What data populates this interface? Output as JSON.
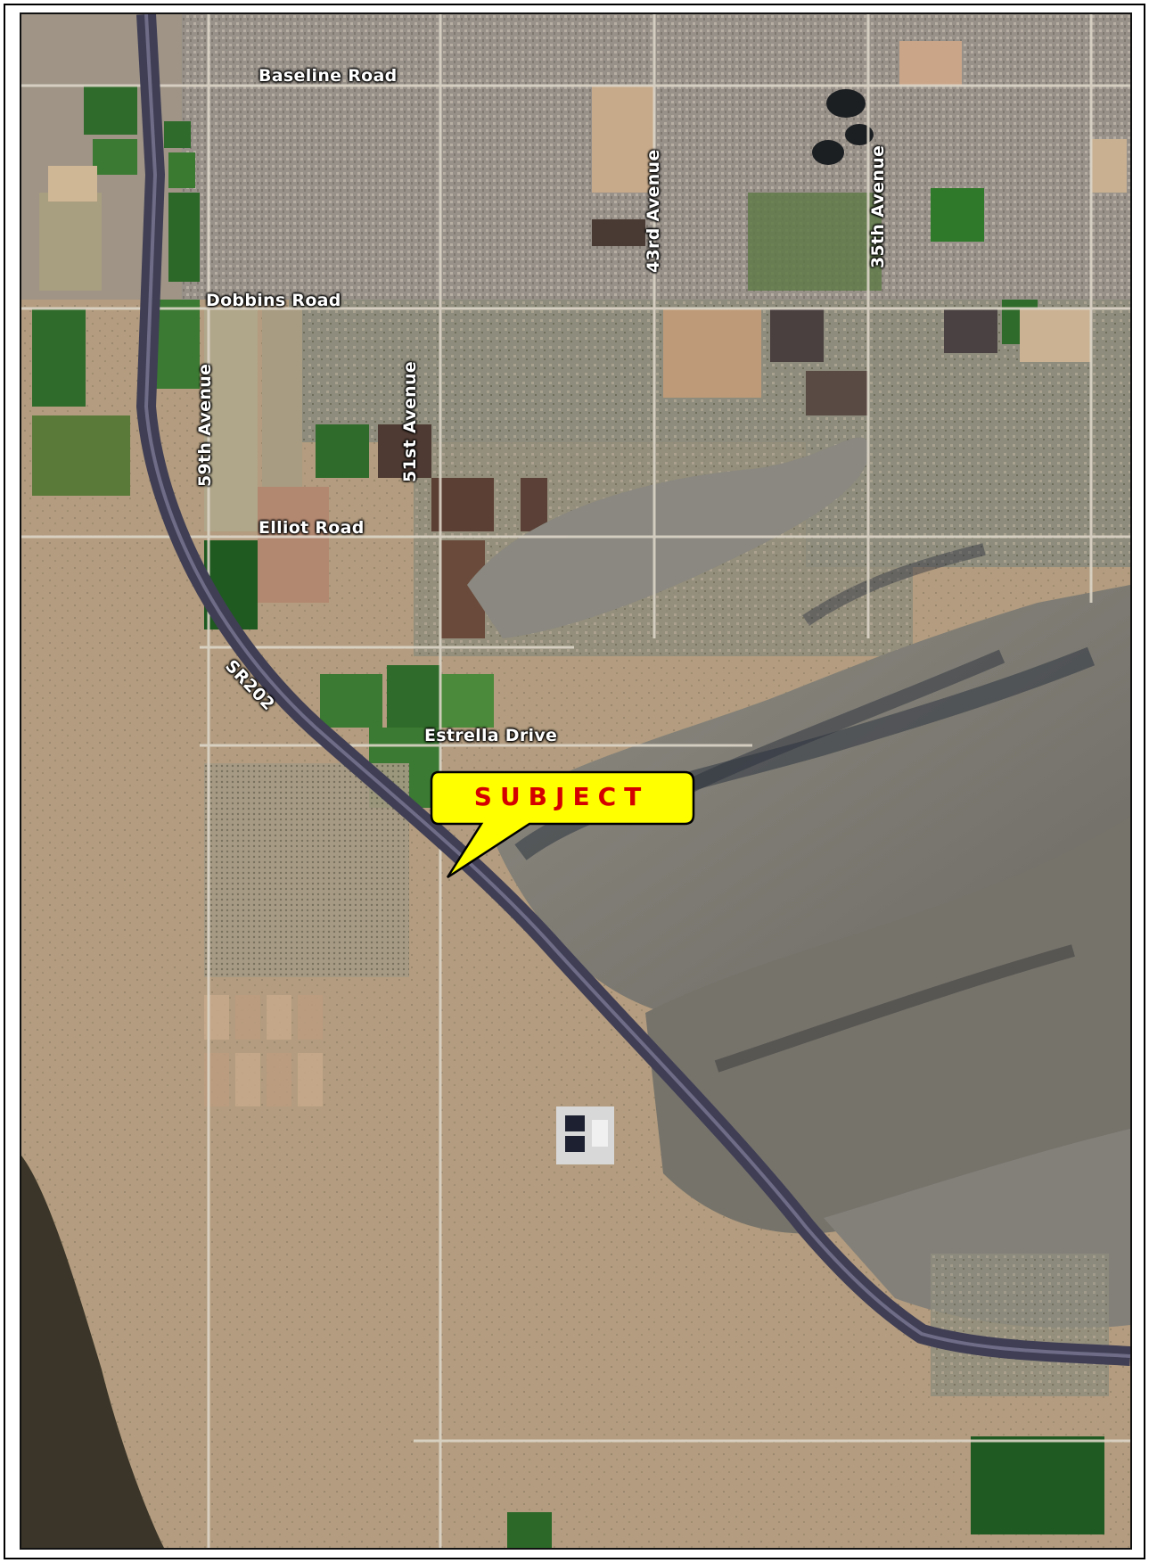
{
  "map": {
    "road_labels": {
      "baseline": "Baseline Road",
      "dobbins": "Dobbins Road",
      "elliot": "Elliot Road",
      "estrella": "Estrella Drive",
      "ave59": "59th Avenue",
      "ave51": "51st Avenue",
      "ave43": "43rd Avenue",
      "ave35": "35th Avenue",
      "sr202": "SR202"
    },
    "callout": {
      "label": "SUBJECT",
      "fill": "#ffff00",
      "text_color": "#d40000"
    },
    "colors": {
      "desert": "#b09a7e",
      "urban": "#9c958e",
      "farmland": "#2f6b2a",
      "mountain": "#6d6a62",
      "freeway": "#3f3e55",
      "river": "#3a3528"
    }
  }
}
